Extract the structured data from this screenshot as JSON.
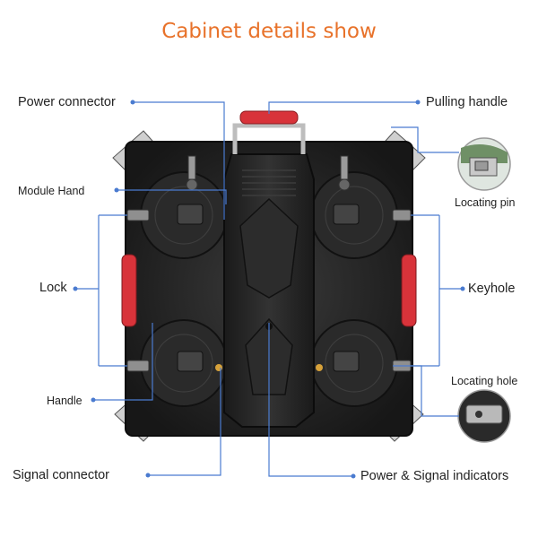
{
  "title": "Cabinet details show",
  "labels": {
    "power_connector": "Power connector",
    "pulling_handle": "Pulling handle",
    "module_hand": "Module Hand",
    "locating_pin": "Locating pin",
    "lock": "Lock",
    "keyhole": "Keyhole",
    "locating_hole": "Locating hole",
    "handle": "Handle",
    "signal_connector": "Signal connector",
    "power_signal_indicators": "Power & Signal indicators"
  },
  "colors": {
    "title": "#e8722a",
    "callout_line": "#4a7bd0",
    "lock_red": "#d8333a",
    "cabinet_dark": "#1f1f1f"
  }
}
